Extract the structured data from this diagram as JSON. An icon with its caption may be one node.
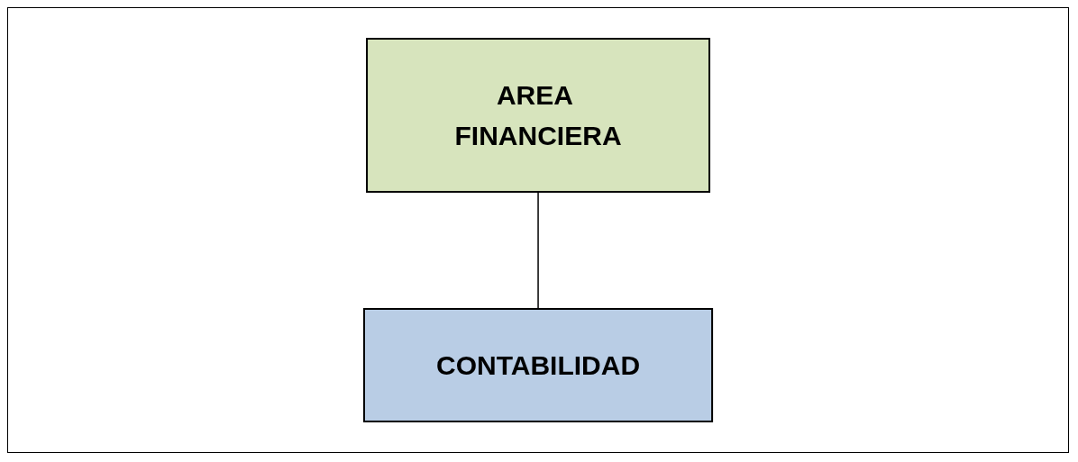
{
  "diagram": {
    "nodes": [
      {
        "text": [
          "AREA FINANCIERA"
        ]
      },
      {
        "text": [
          "CONTABILIDAD"
        ]
      }
    ],
    "edges": [
      {
        "from": 0,
        "to": 1,
        "arrow": "none"
      }
    ]
  }
}
